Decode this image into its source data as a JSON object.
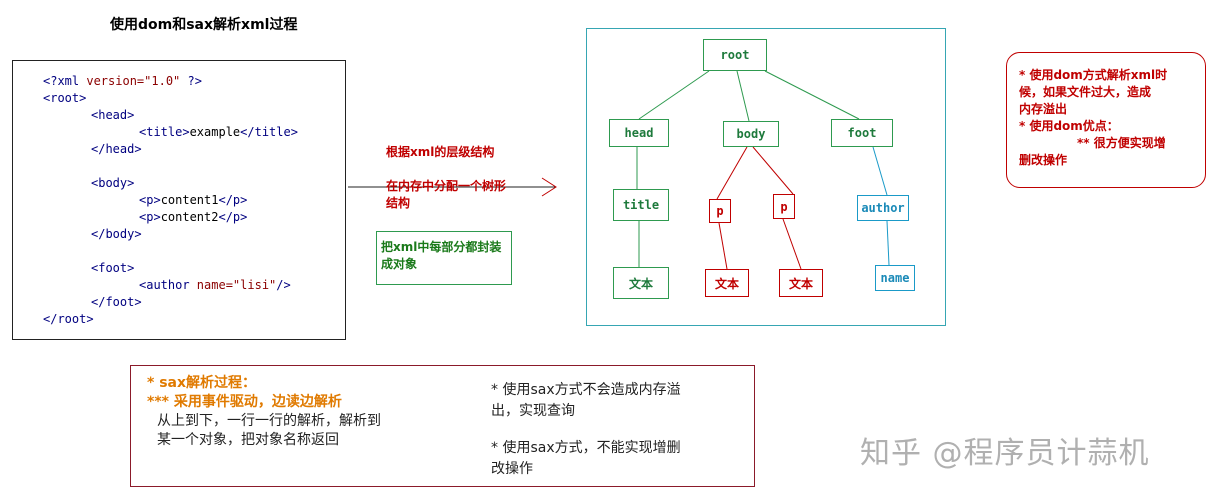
{
  "title": "使用dom和sax解析xml过程",
  "xml_code": {
    "decl_open": "<?xml",
    "decl_attr": " version=\"1.0\" ",
    "decl_close": "?>",
    "root_open": "<root>",
    "head_open": "<head>",
    "title_open": "<title>",
    "title_text": "example",
    "title_close": "</title>",
    "head_close": "</head>",
    "body_open": "<body>",
    "p_open": "<p>",
    "p1_text": "content1",
    "p_close": "</p>",
    "p2_text": "content2",
    "body_close": "</body>",
    "foot_open": "<foot>",
    "author_open": "<author",
    "author_attr": " name=\"lisi\"",
    "author_close": "/>",
    "foot_close": "</foot>",
    "root_close": "</root>"
  },
  "middle": {
    "line1": "根据xml的层级结构",
    "line2": "在内存中分配一个树形",
    "line3": "结构",
    "green_line1": "把xml中每部分都封装",
    "green_line2": "成对象"
  },
  "tree": {
    "root": "root",
    "head": "head",
    "body": "body",
    "foot": "foot",
    "title": "title",
    "p1": "p",
    "p2": "p",
    "author": "author",
    "text1": "文本",
    "text2": "文本",
    "text3": "文本",
    "name": "name"
  },
  "notes": {
    "l1": "* 使用dom方式解析xml时",
    "l2": "候，如果文件过大，造成",
    "l3": "内存溢出",
    "l4": "* 使用dom优点：",
    "l5": "** 很方便实现增",
    "l6": "删改操作"
  },
  "sax": {
    "l1": "* sax解析过程：",
    "l2": "*** 采用事件驱动，边读边解析",
    "l3": "从上到下，一行一行的解析，解析到",
    "l4": "某一个对象，把对象名称返回",
    "r1": "* 使用sax方式不会造成内存溢",
    "r2": "出，实现查询",
    "r3": "* 使用sax方式，不能实现增删",
    "r4": "改操作"
  },
  "watermark": "知乎 @程序员计蒜机",
  "colors": {
    "green": "#2e9a4f",
    "red": "#c00000",
    "cyan": "#1a9ac8",
    "teal_border": "#36a6b3",
    "orange": "#e07a00"
  }
}
